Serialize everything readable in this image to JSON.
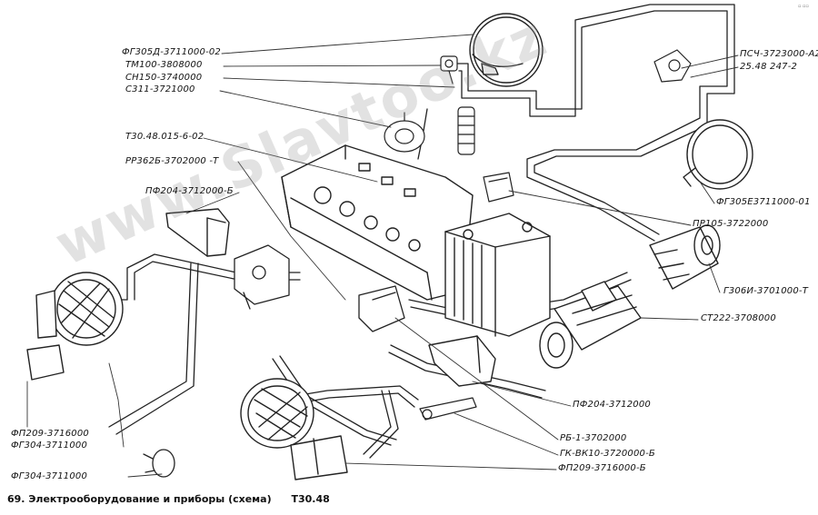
{
  "labels": {
    "fg305d": "ФГ305Д-3711000-02",
    "tm100": "ТМ100-3808000",
    "sn150": "СН150-3740000",
    "s311": "С311-3721000",
    "t30_48": "Т30.48.015-6-02",
    "rr362b": "РР362Б-3702000 -Т",
    "pf204_left": "ПФ204-3712000-Б",
    "psch": "ПСЧ-3723000-А2",
    "psch_b": "25.48 247-2",
    "fg305e": "ФГ305Е3711000-01",
    "pr105": "ПР105-3722000",
    "g306i": "Г306И-3701000-Т",
    "st222": "СТ222-3708000",
    "pf204_right": "ПФ204-3712000",
    "rb1": "РБ-1-3702000",
    "gk": "ГК-ВК10-3720000-Б",
    "fp209_right": "ФП209-3716000-Б",
    "fp209_left": "ФП209-3716000",
    "fg304_left": "ФГ304-3711000",
    "fg304_bottom": "ФГ304-3711000"
  },
  "caption": {
    "number": "69.",
    "text": "Электрооборудование и приборы (схема)",
    "model": "Т30.48"
  },
  "watermark": "www.Slavtoo.kz",
  "corner_note": "▫ ▫▫"
}
